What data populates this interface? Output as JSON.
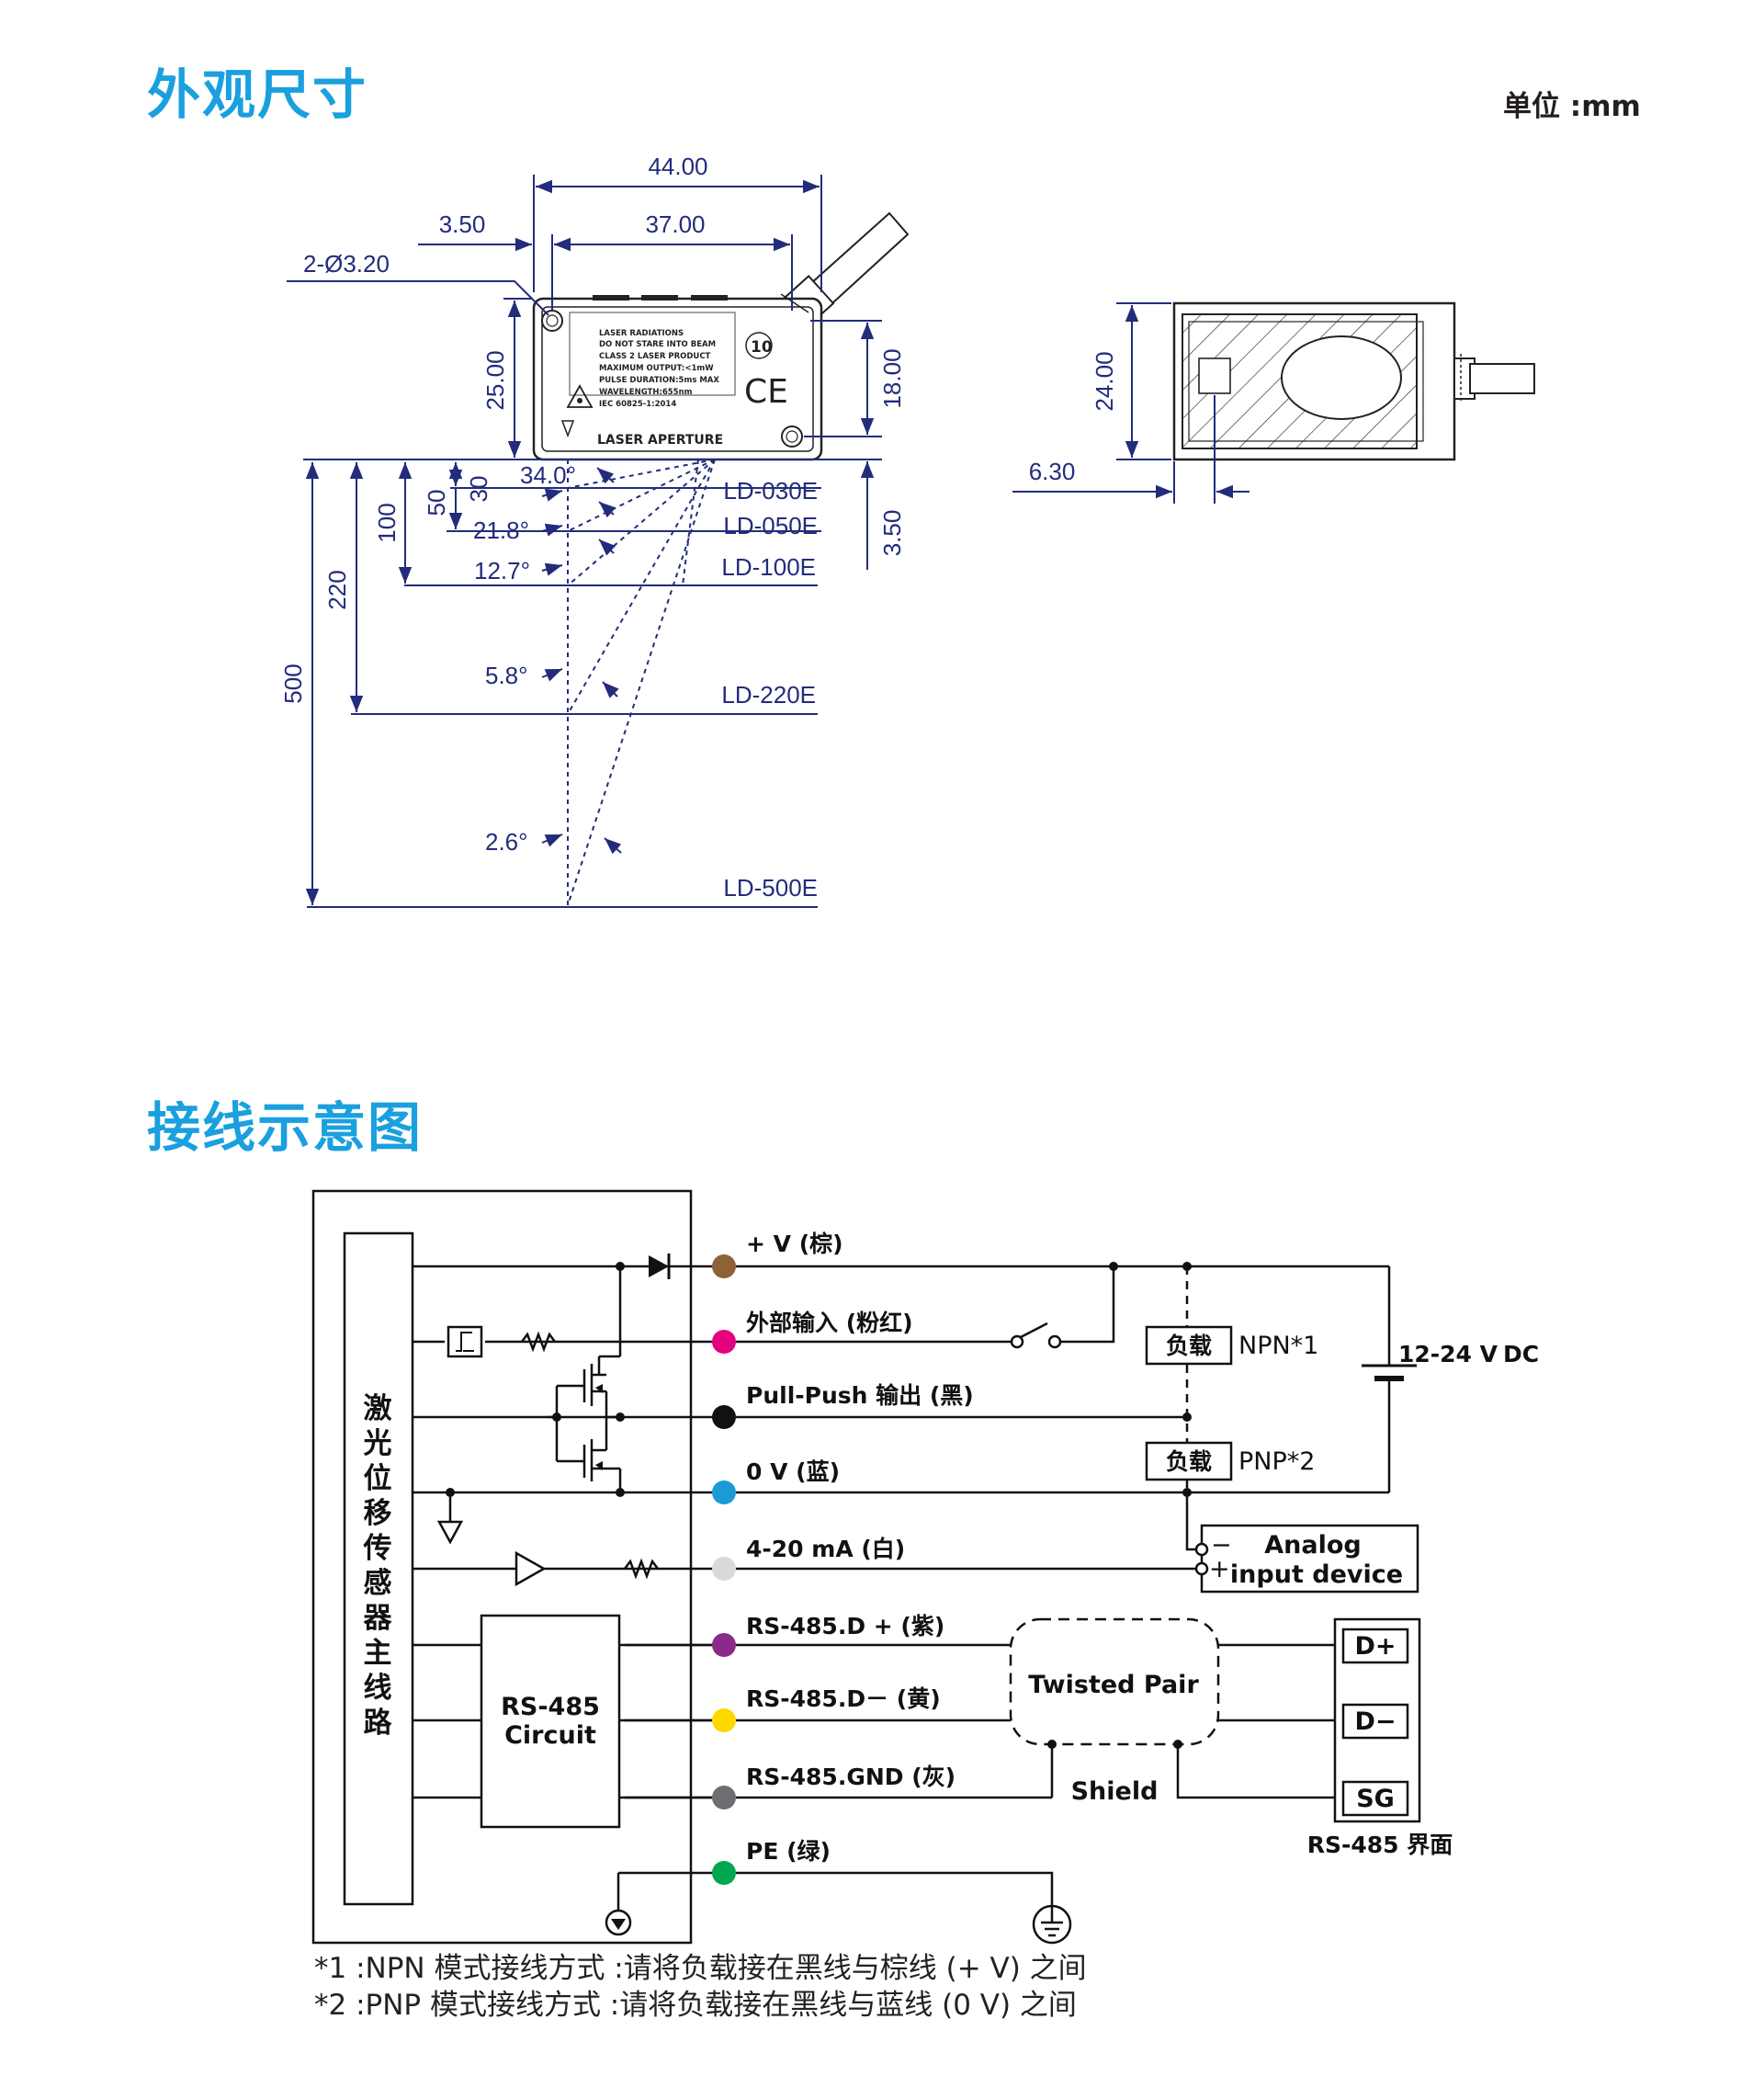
{
  "section1": {
    "title": "外观尺寸",
    "unit": "单位 :mm"
  },
  "dimensions": {
    "width_overall": "44.00",
    "hole_span": "37.00",
    "hole_offset": "3.50",
    "holes": "2-Ø3.20",
    "height_body": "25.00",
    "height_side": "18.00",
    "aperture_offset": "3.50",
    "side_height": "24.00",
    "side_offset": "6.30",
    "angle_030": "34.0°",
    "angle_050": "21.8°",
    "angle_100": "12.7°",
    "angle_220": "5.8°",
    "angle_500": "2.6°",
    "dist_30": "30",
    "dist_50": "50",
    "dist_100": "100",
    "dist_220": "220",
    "dist_500": "500",
    "model_030": "LD-030E",
    "model_050": "LD-050E",
    "model_100": "LD-100E",
    "model_220": "LD-220E",
    "model_500": "LD-500E"
  },
  "sensor_label": {
    "lines": [
      "LASER RADIATIONS",
      "DO NOT STARE INTO BEAM",
      "CLASS 2 LASER PRODUCT",
      "MAXIMUM OUTPUT:<1mW",
      "PULSE DURATION:5ms MAX",
      "WAVELENGTH:655nm",
      "IEC 60825-1:2014"
    ],
    "aperture": "LASER APERTURE",
    "mark_10": "10",
    "mark_ce": "CE"
  },
  "section2": {
    "title": "接线示意图"
  },
  "wiring": {
    "main_circuit": "激光位移传感器主线路",
    "rs485_block_line1": "RS-485",
    "rs485_block_line2": "Circuit",
    "wires": [
      {
        "label": "+ V (棕)",
        "color": "#8c6236"
      },
      {
        "label": "外部输入 (粉红)",
        "color": "#e4007f"
      },
      {
        "label": "Pull-Push 输出 (黑)",
        "color": "#111111"
      },
      {
        "label": "0 V (蓝)",
        "color": "#1c9ad6"
      },
      {
        "label": "4-20 mA (白)",
        "color": "#d9d9d9"
      },
      {
        "label": "RS-485.D + (紫)",
        "color": "#8a2a8a"
      },
      {
        "label": "RS-485.D－ (黄)",
        "color": "#ffd800"
      },
      {
        "label": "RS-485.GND (灰)",
        "color": "#6d6e71"
      },
      {
        "label": "PE (绿)",
        "color": "#00a650"
      }
    ],
    "load": "负载",
    "npn": "NPN*1",
    "pnp": "PNP*2",
    "supply": "12-24 V",
    "supply_sub": "DC",
    "analog_line1": "Analog",
    "analog_line2": "input device",
    "analog_minus": "−",
    "analog_plus": "+",
    "twisted_pair": "Twisted Pair",
    "shield": "Shield",
    "rs485_terminals": [
      "D+",
      "D−",
      "SG"
    ],
    "rs485_interface": "RS-485 界面"
  },
  "notes": [
    "*1 :NPN 模式接线方式 :请将负载接在黑线与棕线 (+ V) 之间",
    "*2 :PNP 模式接线方式 :请将负载接在黑线与蓝线 (0 V) 之间"
  ]
}
